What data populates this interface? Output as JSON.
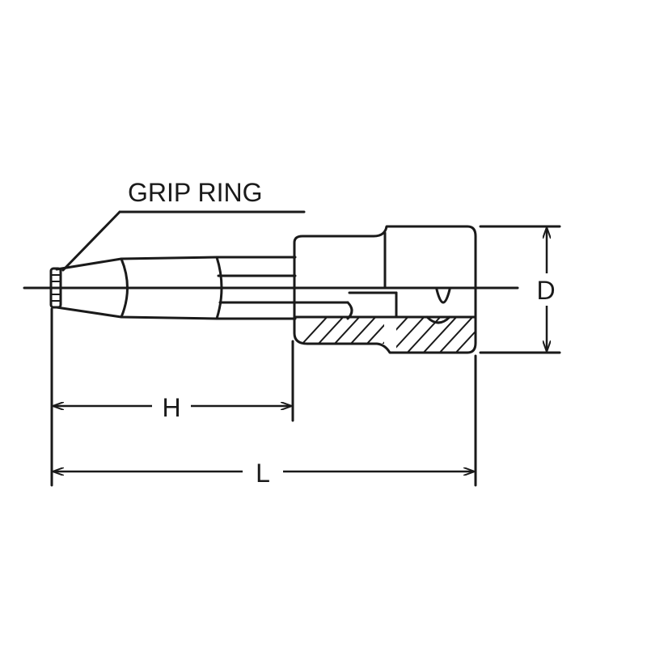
{
  "labels": {
    "grip_ring": "GRIP RING",
    "height": "H",
    "length": "L",
    "diameter": "D"
  },
  "colors": {
    "ink": "#1a1a1a",
    "background": "#ffffff"
  }
}
